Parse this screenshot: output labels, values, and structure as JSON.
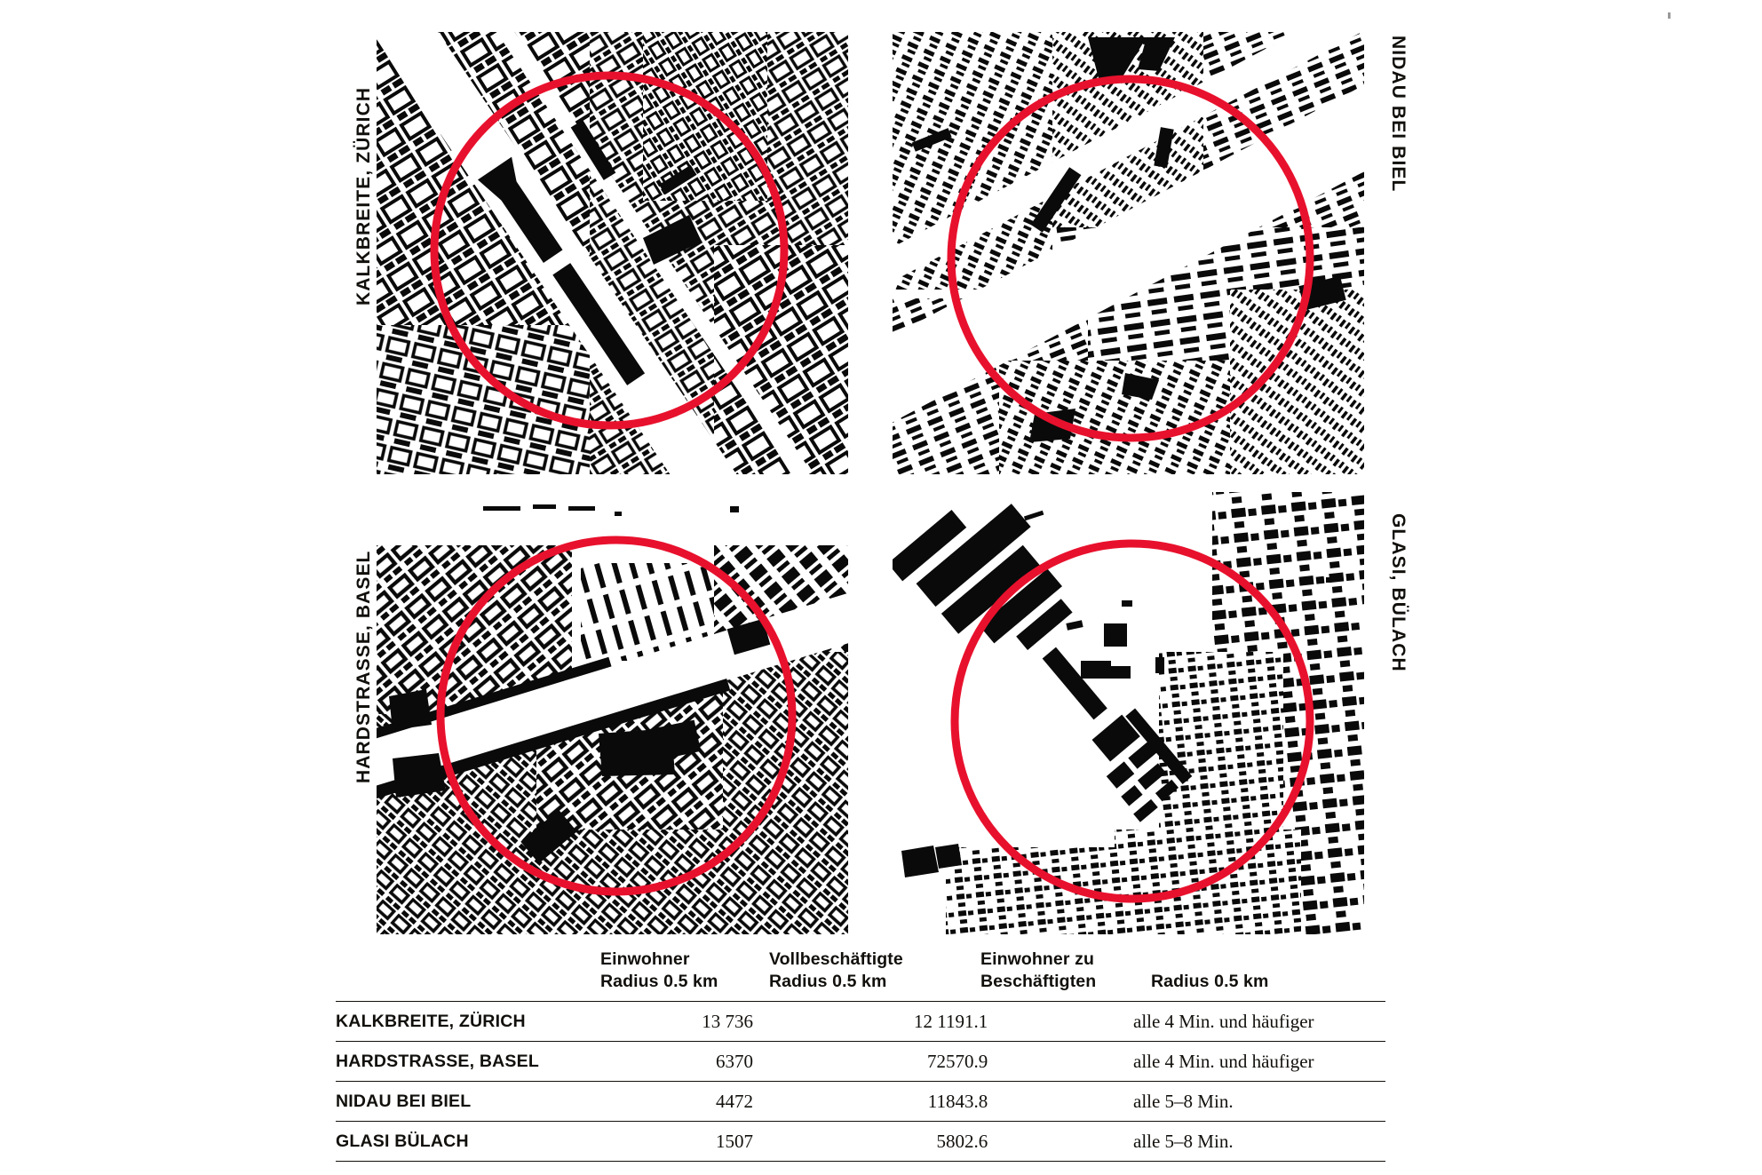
{
  "panels": [
    {
      "id": "kalkbreite",
      "label": "KALKBREITE, ZÜRICH",
      "position": "top-left",
      "label_side": "left",
      "circle": "radius-0.5-km-circle",
      "accent": "#E8112D"
    },
    {
      "id": "nidau",
      "label": "NIDAU BEI BIEL",
      "position": "top-right",
      "label_side": "right",
      "circle": "radius-0.5-km-circle",
      "accent": "#E8112D"
    },
    {
      "id": "hardstrasse",
      "label": "HARDSTRASSE, BASEL",
      "position": "bottom-left",
      "label_side": "left",
      "circle": "radius-0.5-km-circle",
      "accent": "#E8112D"
    },
    {
      "id": "glasi",
      "label": "GLASI, BÜLACH",
      "position": "bottom-right",
      "label_side": "right",
      "circle": "radius-0.5-km-circle",
      "accent": "#E8112D"
    }
  ],
  "table": {
    "headers": [
      "",
      "Einwohner\nRadius 0.5 km",
      "Vollbeschäftigte\nRadius 0.5 km",
      "Einwohner zu\nBeschäftigten",
      "Radius 0.5 km"
    ],
    "headers_split": [
      {
        "line1": "",
        "line2": ""
      },
      {
        "line1": "Einwohner",
        "line2": "Radius 0.5 km"
      },
      {
        "line1": "Vollbeschäftigte",
        "line2": "Radius 0.5 km"
      },
      {
        "line1": "Einwohner zu",
        "line2": "Beschäftigten"
      },
      {
        "line1": "Radius 0.5 km",
        "line2": ""
      }
    ],
    "rows": [
      {
        "name": "KALKBREITE, ZÜRICH",
        "einwohner": "13 736",
        "vollbeschaeftigte": "12 119",
        "verhaeltnis": "1.1",
        "takt": "alle 4 Min. und häufiger"
      },
      {
        "name": "HARDSTRASSE, BASEL",
        "einwohner": "6370",
        "vollbeschaeftigte": "7257",
        "verhaeltnis": "0.9",
        "takt": "alle 4 Min. und häufiger"
      },
      {
        "name": "NIDAU BEI BIEL",
        "einwohner": "4472",
        "vollbeschaeftigte": "1184",
        "verhaeltnis": "3.8",
        "takt": "alle 5–8 Min."
      },
      {
        "name": "GLASI BÜLACH",
        "einwohner": "1507",
        "vollbeschaeftigte": "580",
        "verhaeltnis": "2.6",
        "takt": "alle 5–8 Min."
      }
    ]
  },
  "colors": {
    "accent_red": "#E8112D",
    "ink": "#12100c",
    "paper": "#ffffff"
  },
  "chart_data": {
    "type": "table",
    "title": "",
    "categories": [
      "KALKBREITE, ZÜRICH",
      "HARDSTRASSE, BASEL",
      "NIDAU BEI BIEL",
      "GLASI BÜLACH"
    ],
    "series": [
      {
        "name": "Einwohner Radius 0.5 km",
        "values": [
          13736,
          6370,
          4472,
          1507
        ]
      },
      {
        "name": "Vollbeschäftigte Radius 0.5 km",
        "values": [
          12119,
          7257,
          1184,
          580
        ]
      },
      {
        "name": "Einwohner zu Beschäftigten",
        "values": [
          1.1,
          0.9,
          3.8,
          2.6
        ]
      }
    ],
    "annotations": [
      "alle 4 Min. und häufiger",
      "alle 4 Min. und häufiger",
      "alle 5–8 Min.",
      "alle 5–8 Min."
    ],
    "xlabel": "",
    "ylabel": "",
    "legend": "none",
    "grid": false
  }
}
